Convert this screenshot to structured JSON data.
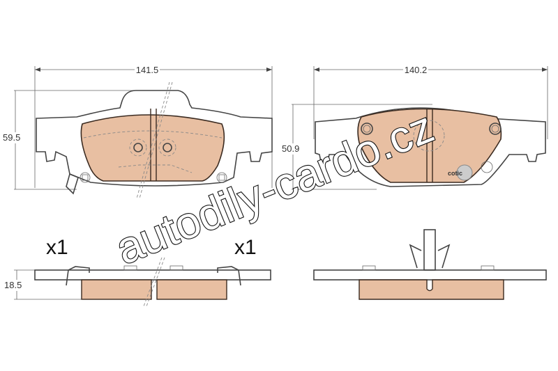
{
  "drawing": {
    "left_pad": {
      "width_dim": "141.5",
      "height_dim": "59.5",
      "quantity": "x1"
    },
    "right_pad": {
      "width_dim": "140.2",
      "height_dim": "50.9",
      "quantity": "x1",
      "logo": "cotic"
    },
    "side_view": {
      "thickness_dim": "18.5"
    },
    "colors": {
      "friction": "#e8bfa2",
      "outline": "#444444"
    }
  },
  "watermark": "autodily-cardo.cz"
}
